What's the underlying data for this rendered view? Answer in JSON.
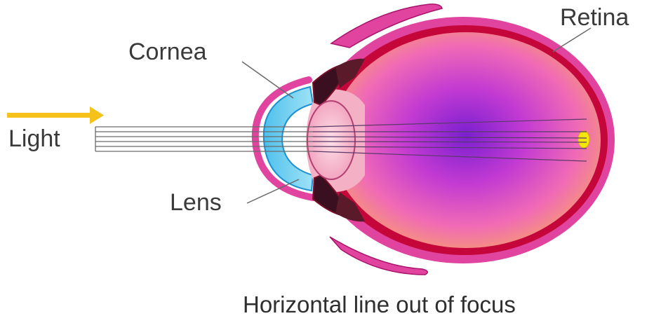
{
  "labels": {
    "retina": "Retina",
    "cornea": "Cornea",
    "light": "Light",
    "lens": "Lens"
  },
  "caption": "Horizontal line out of focus",
  "colors": {
    "sclera": "#e0449e",
    "choroid": "#c4063a",
    "vitreous_center": "#7a1fd0",
    "vitreous_edge": "#f7a06a",
    "cornea": "#5fc9ee",
    "lens": "#f4b6c9",
    "focus_spot": "#f5e60a",
    "light_arrow": "#f4c21a",
    "ray": "#6a6a6a"
  }
}
